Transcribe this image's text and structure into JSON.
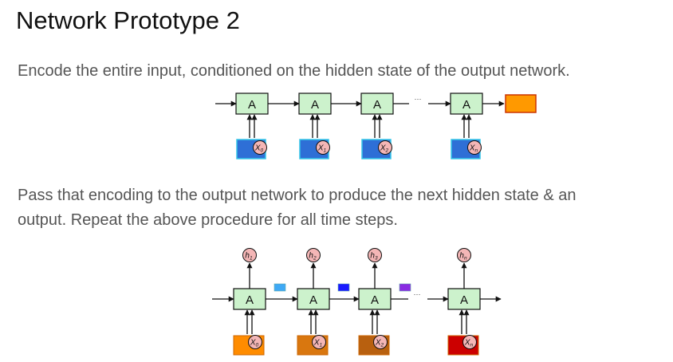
{
  "title": "Network Prototype 2",
  "paragraph1": "Encode the entire input, conditioned on the hidden state of the output network.",
  "paragraph2_line1": "Pass that encoding to the output network to produce the next hidden state & an",
  "paragraph2_line2": "output. Repeat the above procedure for all time steps.",
  "cell_label": "A",
  "ellipsis": "···",
  "encoder": {
    "inputs": [
      "X0",
      "X1",
      "X2",
      "Xn"
    ],
    "output_color": "#ff9900",
    "input_color": "#2e6fd6"
  },
  "decoder": {
    "inputs": [
      "X0",
      "X1",
      "X2",
      "Xn"
    ],
    "outputs": [
      "h1",
      "h2",
      "h3",
      "hn"
    ],
    "input_colors": [
      "#ff8c00",
      "#d9770f",
      "#b8600f",
      "#cc0000"
    ],
    "state_colors": [
      "#3fa9f5",
      "#1a1aff",
      "#8a2be2"
    ]
  },
  "colors": {
    "cell_fill": "#ccf2cc",
    "circle_fill": "#f4b6b6",
    "line": "#111111"
  }
}
